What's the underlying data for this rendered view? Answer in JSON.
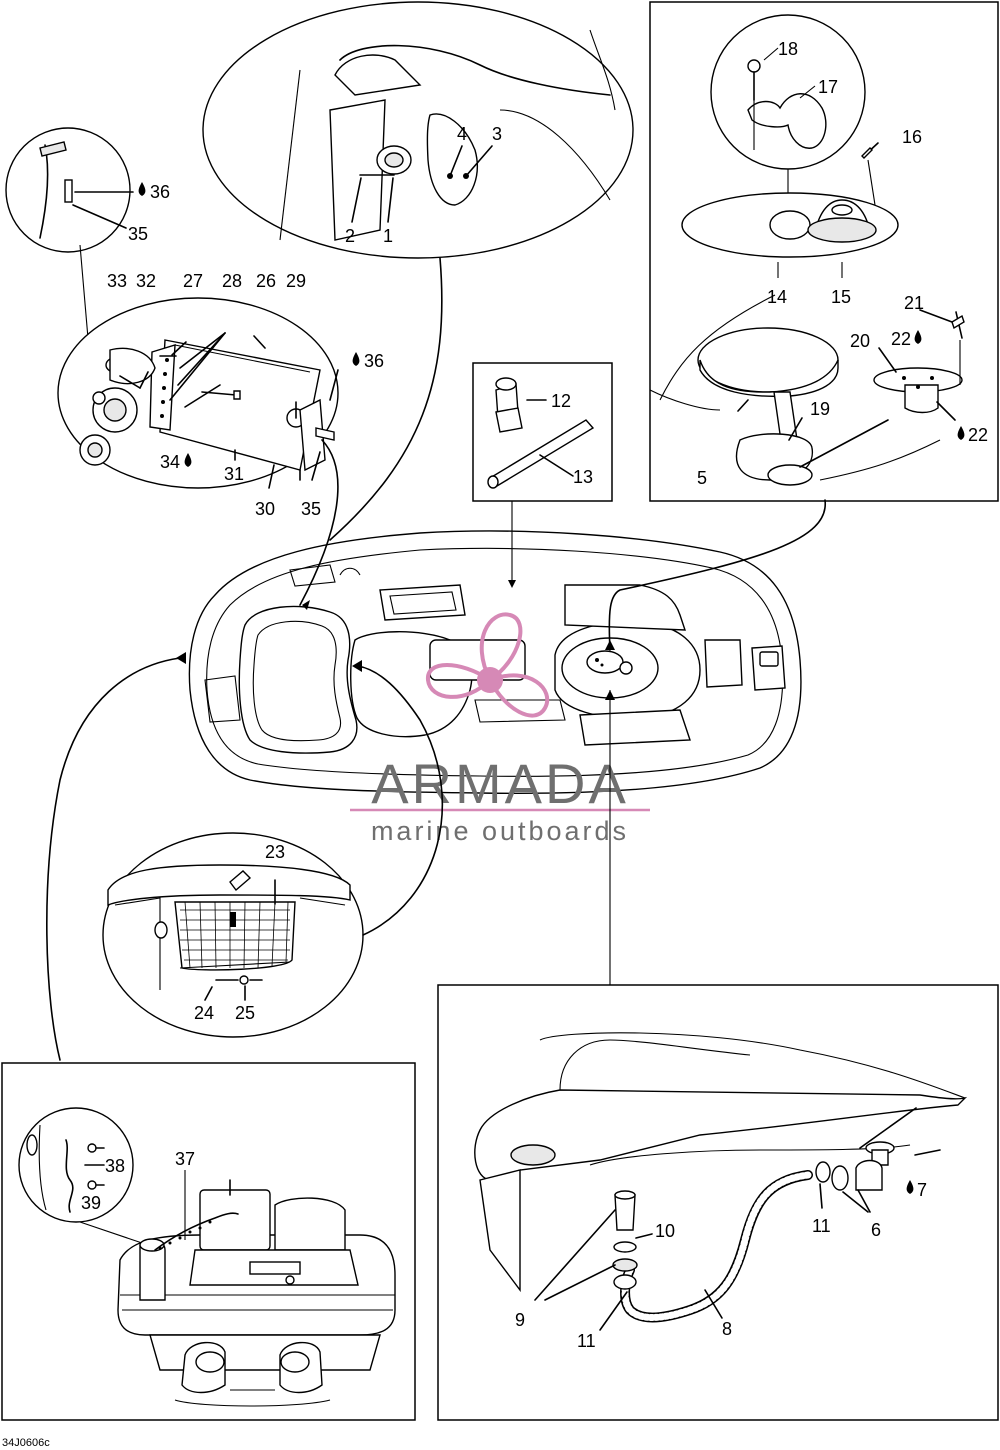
{
  "diagram": {
    "code": "34J0606c",
    "watermark": {
      "brand": "ARMADA",
      "tagline": "marine outboards"
    },
    "callouts": [
      "1",
      "2",
      "3",
      "4",
      "5",
      "6",
      "7",
      "8",
      "9",
      "10",
      "11",
      "12",
      "13",
      "14",
      "15",
      "16",
      "17",
      "18",
      "19",
      "20",
      "21",
      "22",
      "23",
      "24",
      "25",
      "26",
      "27",
      "28",
      "29",
      "30",
      "31",
      "32",
      "33",
      "34",
      "35",
      "36",
      "37",
      "38",
      "39"
    ],
    "callout_labels": [
      {
        "id": "c36a",
        "text": "36",
        "drop": true
      },
      {
        "id": "c35a",
        "text": "35"
      },
      {
        "id": "c2",
        "text": "2"
      },
      {
        "id": "c1",
        "text": "1"
      },
      {
        "id": "c4",
        "text": "4"
      },
      {
        "id": "c3",
        "text": "3"
      },
      {
        "id": "c18",
        "text": "18"
      },
      {
        "id": "c17",
        "text": "17"
      },
      {
        "id": "c16",
        "text": "16"
      },
      {
        "id": "c14",
        "text": "14"
      },
      {
        "id": "c15",
        "text": "15"
      },
      {
        "id": "c21",
        "text": "21"
      },
      {
        "id": "c22a",
        "text": "22",
        "drop": true
      },
      {
        "id": "c20",
        "text": "20"
      },
      {
        "id": "c19",
        "text": "19"
      },
      {
        "id": "c5",
        "text": "5"
      },
      {
        "id": "c22b",
        "text": "22",
        "drop": true
      },
      {
        "id": "c33",
        "text": "33"
      },
      {
        "id": "c32",
        "text": "32"
      },
      {
        "id": "c27",
        "text": "27"
      },
      {
        "id": "c28",
        "text": "28"
      },
      {
        "id": "c26",
        "text": "26"
      },
      {
        "id": "c29",
        "text": "29"
      },
      {
        "id": "c36b",
        "text": "36",
        "drop": true
      },
      {
        "id": "c34",
        "text": "34",
        "drop": true
      },
      {
        "id": "c31",
        "text": "31"
      },
      {
        "id": "c30",
        "text": "30"
      },
      {
        "id": "c35b",
        "text": "35"
      },
      {
        "id": "c12",
        "text": "12"
      },
      {
        "id": "c13",
        "text": "13"
      },
      {
        "id": "c23",
        "text": "23"
      },
      {
        "id": "c24",
        "text": "24"
      },
      {
        "id": "c25",
        "text": "25"
      },
      {
        "id": "c37",
        "text": "37"
      },
      {
        "id": "c38",
        "text": "38"
      },
      {
        "id": "c39",
        "text": "39"
      },
      {
        "id": "c7",
        "text": "7",
        "drop": true
      },
      {
        "id": "c10",
        "text": "10"
      },
      {
        "id": "c11a",
        "text": "11"
      },
      {
        "id": "c6",
        "text": "6"
      },
      {
        "id": "c9",
        "text": "9"
      },
      {
        "id": "c11b",
        "text": "11"
      },
      {
        "id": "c8",
        "text": "8"
      }
    ]
  }
}
